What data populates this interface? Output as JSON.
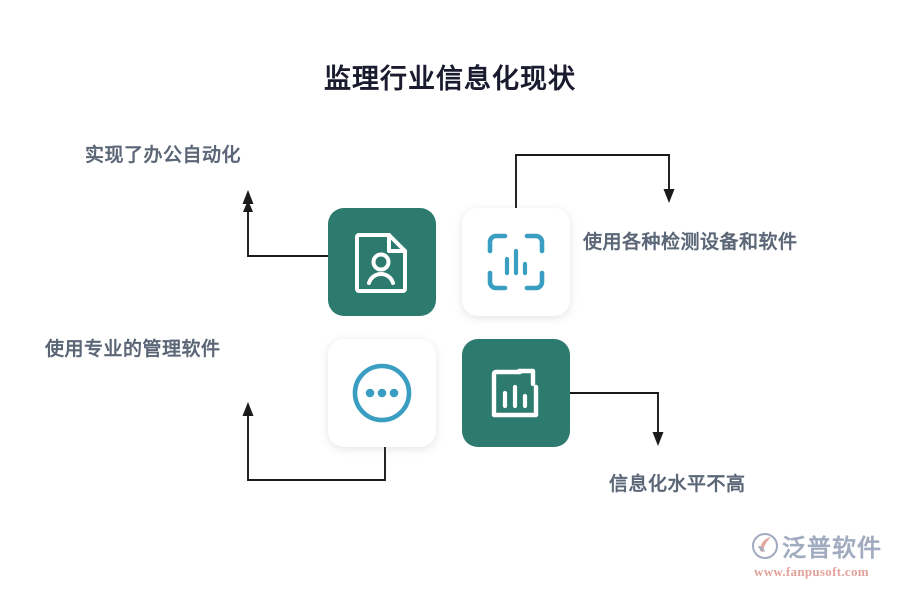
{
  "page": {
    "title": "监理行业信息化现状",
    "background_color": "#ffffff"
  },
  "theme": {
    "teal": "#2d7a6e",
    "blue": "#3a9ec2",
    "label_text": "#5b6677",
    "title_text": "#1b1b2f",
    "connector_line": "#1a1a1a",
    "tile_white": "#ffffff"
  },
  "tiles": [
    {
      "id": "doc-person",
      "icon": "document-person-icon",
      "style": "filled-teal",
      "position": "top-left"
    },
    {
      "id": "scan-chart",
      "icon": "scan-bar-chart-icon",
      "style": "white-card",
      "position": "top-right"
    },
    {
      "id": "ellipsis",
      "icon": "circle-ellipsis-icon",
      "style": "white-card",
      "position": "bottom-left"
    },
    {
      "id": "chart-arrow",
      "icon": "bar-chart-arrow-icon",
      "style": "filled-teal",
      "position": "bottom-right"
    }
  ],
  "labels": {
    "office_automation": "实现了办公自动化",
    "detection_devices": "使用各种检测设备和软件",
    "management_software": "使用专业的管理软件",
    "low_informatization": "信息化水平不高"
  },
  "connectors": [
    {
      "name": "doc-person-to-office-automation",
      "from_tile": "doc-person",
      "to_label": "office_automation",
      "arrow_direction": "up"
    },
    {
      "name": "scan-chart-to-detection-devices",
      "from_tile": "scan-chart",
      "to_label": "detection_devices",
      "arrow_direction": "down"
    },
    {
      "name": "ellipsis-to-management-software",
      "from_tile": "ellipsis",
      "to_label": "management_software",
      "arrow_direction": "up"
    },
    {
      "name": "chart-arrow-to-low-informatization",
      "from_tile": "chart-arrow",
      "to_label": "low_informatization",
      "arrow_direction": "down"
    }
  ],
  "watermark": {
    "brand": "泛普软件",
    "url": "www.fanpusoft.com"
  }
}
